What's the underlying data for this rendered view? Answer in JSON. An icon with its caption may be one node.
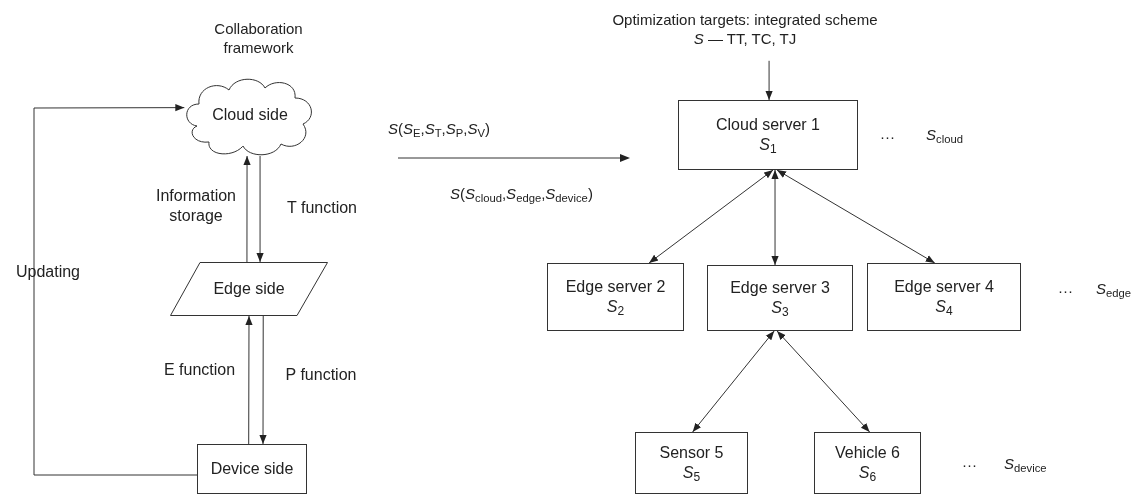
{
  "diagram": {
    "nodes": [
      {
        "text": [
          "Cloud side"
        ]
      },
      {
        "text": [
          "Edge side"
        ]
      },
      {
        "text": [
          "Device side"
        ]
      },
      {
        "text": [
          "Optimization targets: integrated scheme *S*  — TT, TC, TJ"
        ]
      },
      {
        "text": [
          "Cloud server 1",
          "*S*$_{1}$"
        ]
      },
      {
        "text": [
          "Edge server 2",
          "*S*$_{2}$"
        ]
      },
      {
        "text": [
          "Edge server 3",
          "*S*$_{3}$"
        ]
      },
      {
        "text": [
          "Edge server 4",
          "*S*$_{4}$"
        ]
      },
      {
        "text": [
          "Sensor 5",
          "*S*$_{5}$"
        ]
      },
      {
        "text": [
          "Vehicle 6",
          "*S*$_{6}$"
        ]
      }
    ],
    "edges": [
      {
        "from": 1,
        "to": 0,
        "arrow": "to",
        "label": "Information storage"
      },
      {
        "from": 0,
        "to": 1,
        "arrow": "to",
        "label": "T function"
      },
      {
        "from": 2,
        "to": 1,
        "arrow": "to",
        "label": "E function"
      },
      {
        "from": 1,
        "to": 2,
        "arrow": "to",
        "label": "P function"
      },
      {
        "from": 2,
        "to": 0,
        "arrow": "to",
        "label": "Updating"
      },
      {
        "from": 3,
        "to": 4,
        "arrow": "to"
      },
      {
        "from": 4,
        "to": 5,
        "arrow": "both"
      },
      {
        "from": 4,
        "to": 6,
        "arrow": "both"
      },
      {
        "from": 4,
        "to": 7,
        "arrow": "both"
      },
      {
        "from": 6,
        "to": 8,
        "arrow": "both"
      },
      {
        "from": 6,
        "to": 9,
        "arrow": "both"
      }
    ],
    "labels": [
      "Collaboration framework",
      "*S*(*S*$_{E}$,*S*$_{T}$,*S*$_{P}$,*S*$_{V}$)",
      "*S*(*S*$_{cloud}$,*S*$_{edge}$,*S*$_{device}$)",
      "···",
      "*S*$_{cloud}$",
      "···",
      "*S*$_{edge}$",
      "···",
      "*S*$_{device}$"
    ]
  }
}
